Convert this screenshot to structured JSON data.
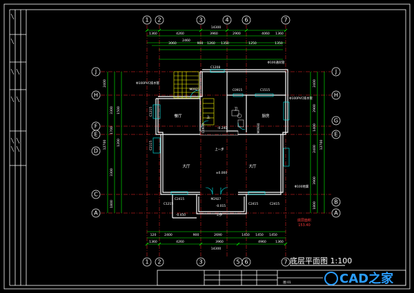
{
  "colors": {
    "background": "#000000",
    "frame": "#ffffff",
    "grid_circle": "#ffffff",
    "dimension": "#00ff00",
    "wall": "#ffffff",
    "opening": "#00ffff",
    "stair": "#ffff00",
    "axis_line": "#ff2a2a",
    "annotation_red": "#ff3b3b",
    "brand": "#2a9dff"
  },
  "axes": {
    "top": [
      "1",
      "2",
      "3",
      "4",
      "6",
      "7"
    ],
    "bottom": [
      "1",
      "2",
      "3",
      "5",
      "6",
      "7"
    ],
    "left": [
      "J",
      "H",
      "F",
      "E",
      "D",
      "C",
      "A"
    ],
    "right": [
      "J",
      "H",
      "G",
      "E",
      "B",
      "A"
    ]
  },
  "dims": {
    "top_total": "14300",
    "top_row1": [
      "1360",
      "4260",
      "3960",
      "2900",
      "4060",
      "1360"
    ],
    "top_row2": [
      "3060",
      "2460",
      "900",
      "1260",
      "1350",
      "1250",
      "1350"
    ],
    "bottom_total": "14300",
    "bottom_row1": [
      "1360",
      "4260",
      "3960",
      "4960",
      "1360"
    ],
    "bottom_row2": [
      "120",
      "2400",
      "900",
      "2690",
      "1450",
      "1450",
      "1450"
    ],
    "left_col": [
      "2400",
      "3300",
      "1500",
      "1700",
      "1200",
      "3300",
      "1800"
    ],
    "left_total": "12700",
    "right_col": [
      "2400",
      "2900",
      "1400",
      "2400",
      "3900",
      "1800"
    ],
    "right_total": "12700"
  },
  "rooms": {
    "dining": "餐厅",
    "kitchen": "厨房",
    "living_left": "大厅",
    "living_right": "大厅",
    "wc": "卫",
    "up": "上",
    "storage": "上一步"
  },
  "tags": {
    "m0921": "M0921",
    "c1208": "C1208",
    "c0915": "C0915",
    "c1515": "C1515",
    "c1215": "C1215",
    "c2115": "C2115",
    "c0930": "C0930",
    "m0930": "M0930",
    "m2927": "M2927",
    "c2415_a": "C2415",
    "c2415_b": "C2415",
    "c2415_c": "C2415",
    "c1215_b": "C1215",
    "level_main": "±0.000",
    "level_low": "-0.450",
    "level_porch": "-0.015",
    "level_kitchen": "-0.240",
    "step": "1/步",
    "note1": "Φ100PVC排水管",
    "note2": "Φ100通风管",
    "note3": "Φ100PVC排水管",
    "note4": "Φ100地漏",
    "red_note1": "底层面积",
    "red_note2": "153.40"
  },
  "plan_title": "底层平面图 1:100",
  "title_block": {
    "cell": "图 01"
  },
  "brand": {
    "name": "CAD之家"
  }
}
